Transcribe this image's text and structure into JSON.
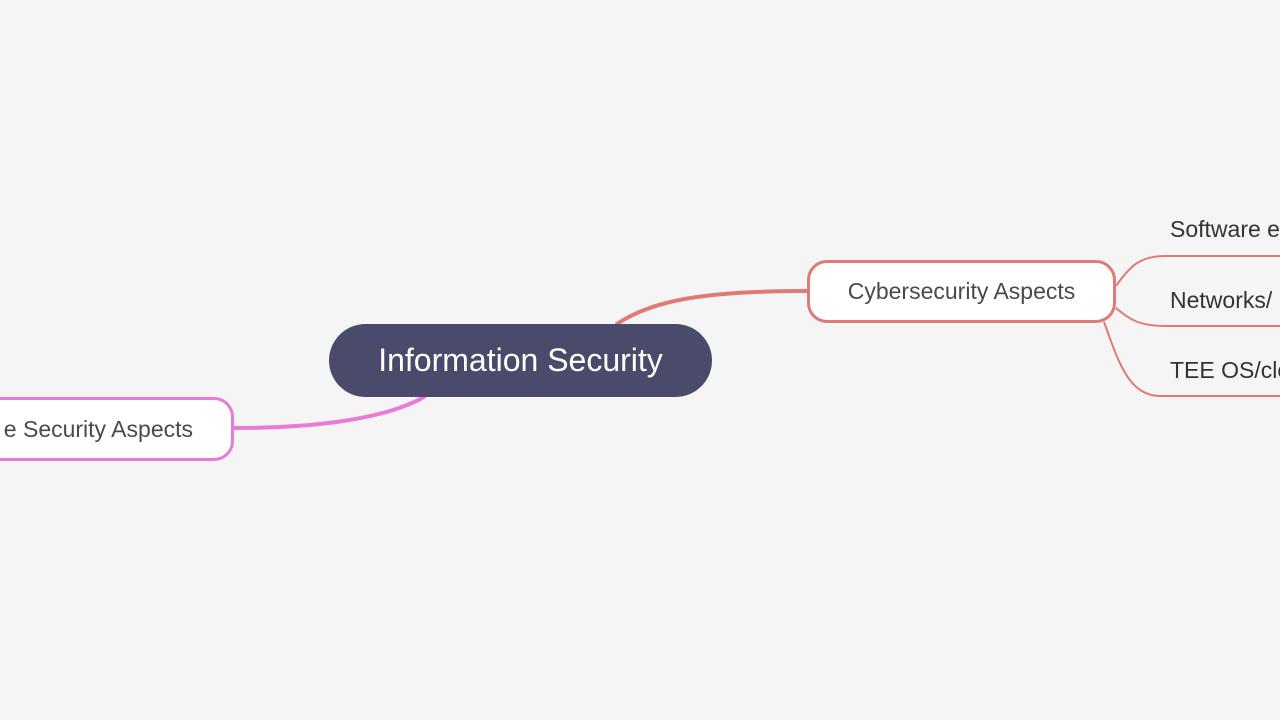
{
  "central_topic": {
    "label": "Information Security"
  },
  "main_topics": [
    {
      "label": "Cybersecurity Aspects",
      "color": "#e07a74",
      "subtopics": [
        {
          "label": "Software e"
        },
        {
          "label": "Networks/"
        },
        {
          "label": "TEE OS/clo"
        }
      ]
    },
    {
      "label": "e Security Aspects",
      "color": "#e87ad8",
      "subtopics": []
    }
  ],
  "colors": {
    "background": "#f5f5f5",
    "central_fill": "#4a4b6a",
    "central_text": "#ffffff",
    "topic_text": "#4a4a4a",
    "subtopic_text": "#333333"
  }
}
